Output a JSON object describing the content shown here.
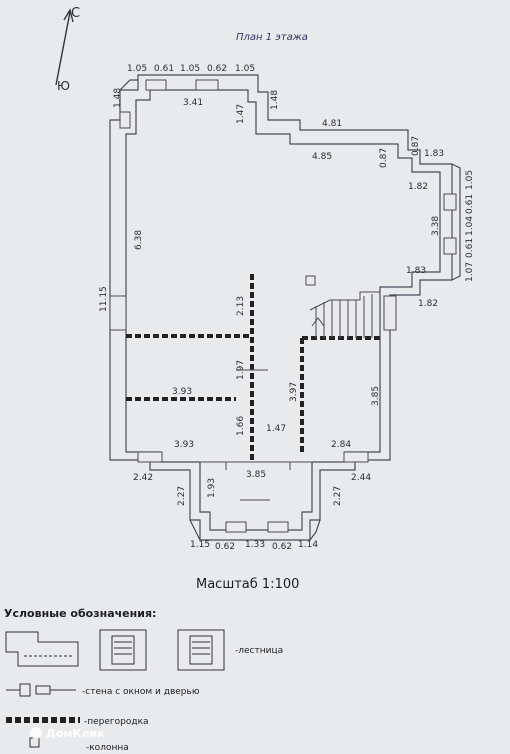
{
  "plan": {
    "title": "План 1 этажа",
    "compass": {
      "north": "С",
      "south": "Ю"
    },
    "scale": "Масштаб 1:100",
    "dimensions": [
      "1.05",
      "0.61",
      "1.05",
      "0.62",
      "1.05",
      "1.48",
      "3.41",
      "1.47",
      "1.48",
      "4.81",
      "4.85",
      "0.87",
      "0.87",
      "1.83",
      "1.82",
      "1.05",
      "0.61",
      "1.04",
      "1.07",
      "0.61",
      "3.38",
      "1.83",
      "1.82",
      "6.38",
      "11.15",
      "2.13",
      "1.97",
      "3.93",
      "3.97",
      "3.85",
      "1.66",
      "1.47",
      "3.93",
      "2.84",
      "2.42",
      "3.85",
      "2.44",
      "2.27",
      "1.93",
      "2.27",
      "1.15",
      "0.62",
      "1.33",
      "0.62",
      "1.14"
    ]
  },
  "legend": {
    "heading": "Условные обозначения:",
    "items": [
      "-лестница",
      "-стена с окном и дверью",
      "-перегородка",
      "-колонна"
    ]
  },
  "watermark": "ДомКлик"
}
